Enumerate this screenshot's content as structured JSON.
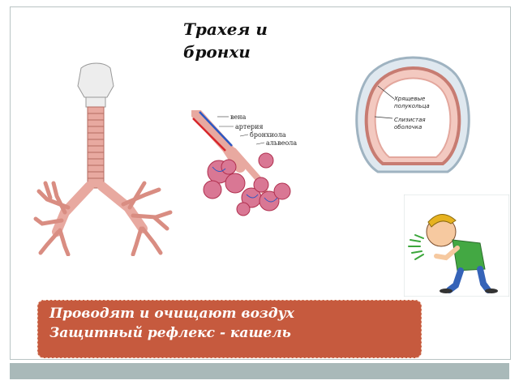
{
  "slide": {
    "title_line1": "Трахея и",
    "title_line2": "бронхи"
  },
  "alveoli_figure": {
    "label_vein": "вена",
    "label_artery": "артерия",
    "label_bronchiole": "бронхиола",
    "label_alveolus": "альвеола"
  },
  "trachea_cross_section": {
    "label_cartilage_line1": "Хрящевые",
    "label_cartilage_line2": "полукольца",
    "label_mucosa_line1": "Слизистая",
    "label_mucosa_line2": "оболочка"
  },
  "callout": {
    "line1": "Проводят и очищают воздух",
    "line2": "Защитный рефлекс - кашель"
  },
  "colors": {
    "callout_bg": "#c65a3e",
    "bottom_bar": "#a9b9b9",
    "airway": "#e8a9a0"
  },
  "icons": [
    "trachea-bronchi-illustration",
    "alveoli-illustration",
    "trachea-cross-section-illustration",
    "coughing-man-illustration"
  ]
}
